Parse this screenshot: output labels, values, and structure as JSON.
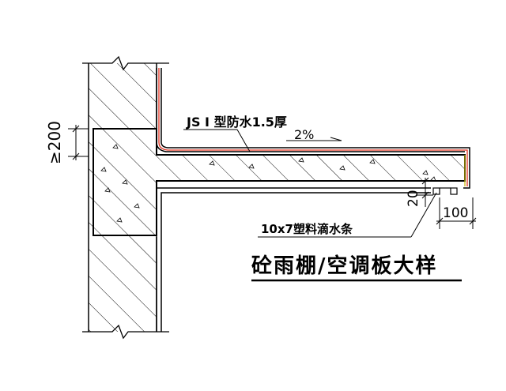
{
  "labels": {
    "waterproof": "JS Ⅰ 型防水1.5厚",
    "slope": "2%",
    "drip": "10x7塑料滴水条",
    "dim_height": "≥200",
    "dim_20": "20",
    "dim_100": "100",
    "title": "砼雨棚/空调板大样"
  },
  "colors": {
    "line": "#000000",
    "membrane": "#e0301e",
    "drip_strip": "#c8b400",
    "background": "#ffffff"
  }
}
